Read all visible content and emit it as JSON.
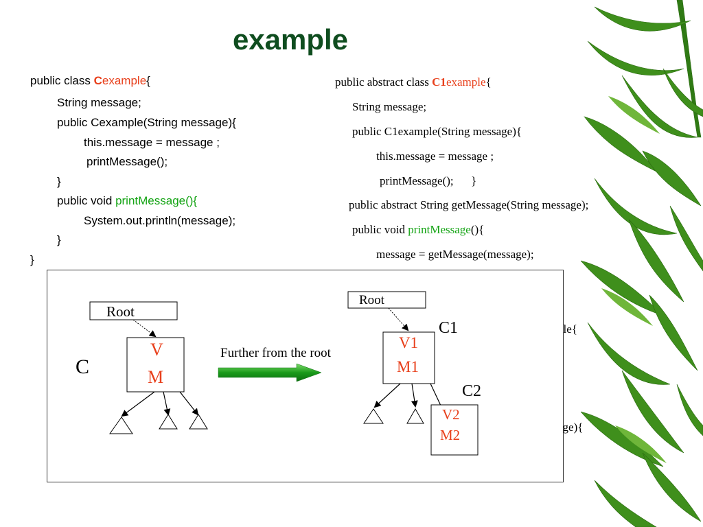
{
  "slide": {
    "title": "example"
  },
  "left_code": {
    "line1_prefix": "public class ",
    "line1_c": "C",
    "line1_name": "example",
    "line1_brace": "{",
    "line2": "String message;",
    "line3": "public Cexample(String message){",
    "line4": "this.message = message ;",
    "line5": "printMessage();",
    "line6": "}",
    "line7_prefix": "public void ",
    "line7_method": "printMessage(){",
    "line8": "System.out.println(message);",
    "line9": "}",
    "line10": "}"
  },
  "right_code": {
    "line1_prefix": "public abstract class ",
    "line1_c1": "C1",
    "line1_name": "example",
    "line1_brace": "{",
    "line2": "String message;",
    "line3": "public C1example(String message){",
    "line4": "this.message = message ;",
    "line5": "printMessage();      }",
    "line6": "public abstract String getMessage(String message);",
    "line7_prefix": "public void ",
    "line7_method": "printMessage",
    "line7_suffix": "(){",
    "line8": "message = getMessage(message);",
    "partial1": "ple{",
    "partial2": "age){"
  },
  "diagram": {
    "left_root_label": "Root",
    "left_class_label": "C",
    "left_v": "V",
    "left_m": "M",
    "arrow_label": "Further from the  root",
    "right_root_label": "Root",
    "c1_label": "C1",
    "c1_v": "V1",
    "c1_m": "M1",
    "c2_label": "C2",
    "c2_v": "V2",
    "c2_m": "M2"
  },
  "colors": {
    "title": "#0f4d1f",
    "keyword_red": "#e8401c",
    "method_green": "#12a312",
    "arrow_green": "#1a9a1a",
    "bamboo_leaf": "#3f8f1c"
  },
  "icons": {
    "arrow": "right-arrow-icon",
    "subtree": "triangle-icon",
    "decoration": "bamboo-leaves-icon"
  }
}
